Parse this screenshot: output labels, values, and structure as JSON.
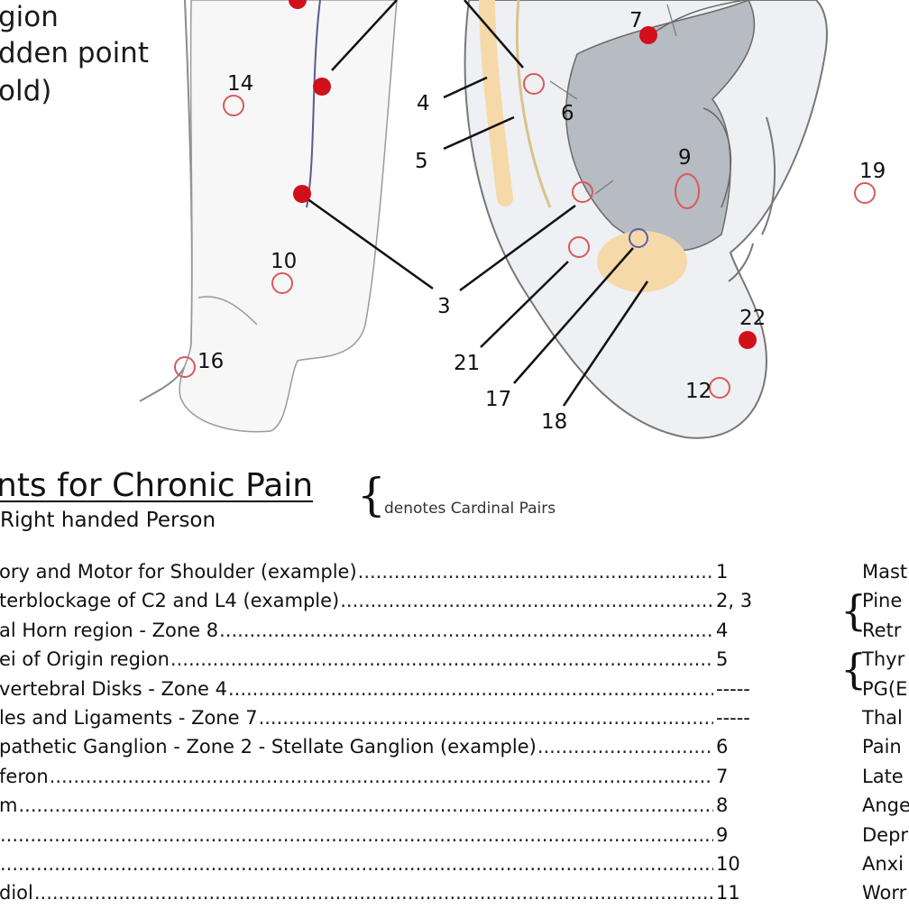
{
  "top_legend": [
    "gion",
    "dden point",
    "old)"
  ],
  "callouts": [
    "14",
    "4",
    "6",
    "7",
    "5",
    "9",
    "19",
    "10",
    "3",
    "22",
    "16",
    "21",
    "17",
    "12",
    "18"
  ],
  "point_colors": {
    "filled": "#d0101a",
    "open": "#d65a5a",
    "open_blue": "#5a5fb0",
    "shade": "#f5d9a8"
  },
  "section": {
    "title": "nts for Chronic Pain",
    "subtitle": "Right handed Person",
    "brace_note": "denotes Cardinal Pairs"
  },
  "rows": [
    {
      "label": "ory and Motor for Shoulder (example)",
      "num": "1"
    },
    {
      "label": "terblockage of C2 and L4 (example)",
      "num": "2, 3"
    },
    {
      "label": "al Horn region - Zone 8",
      "num": "4"
    },
    {
      "label": "ei of Origin region",
      "num": "5"
    },
    {
      "label": "vertebral Disks - Zone 4",
      "num": "-----"
    },
    {
      "label": "les and Ligaments - Zone 7",
      "num": "-----"
    },
    {
      "label": "pathetic Ganglion - Zone 2 - Stellate Ganglion (example)",
      "num": "6"
    },
    {
      "label": "feron",
      "num": "7"
    },
    {
      "label": "m",
      "num": "8"
    },
    {
      "label": "",
      "num": "9"
    },
    {
      "label": "",
      "num": "10"
    },
    {
      "label": "diol",
      "num": "11"
    }
  ],
  "right_column": [
    "Mast",
    "Pine",
    "Retr",
    "Thyr",
    "PG(E",
    "Thal",
    "Pain",
    "Late",
    "Ange",
    "Depr",
    "Anxi",
    "Worr"
  ]
}
